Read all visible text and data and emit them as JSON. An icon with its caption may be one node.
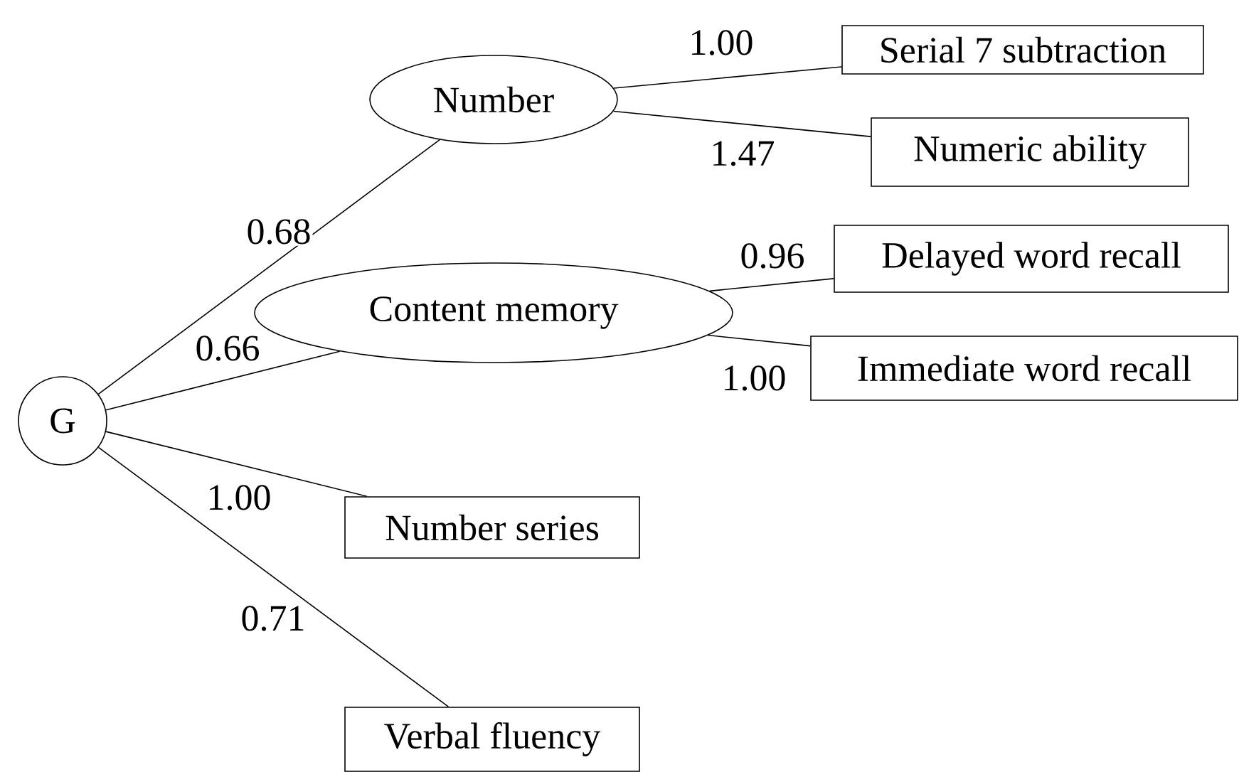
{
  "diagram": {
    "nodes": [
      {
        "text": [
          "G"
        ]
      },
      {
        "text": [
          "Number"
        ]
      },
      {
        "text": [
          "Content memory"
        ]
      },
      {
        "text": [
          "Serial 7 subtraction"
        ]
      },
      {
        "text": [
          "Numeric ability"
        ]
      },
      {
        "text": [
          "Delayed word recall"
        ]
      },
      {
        "text": [
          "Immediate word recall"
        ]
      },
      {
        "text": [
          "Number series"
        ]
      },
      {
        "text": [
          "Verbal fluency"
        ]
      }
    ],
    "edges": [
      {
        "from": 0,
        "to": 1,
        "arrow": "none",
        "label": "0.68"
      },
      {
        "from": 0,
        "to": 2,
        "arrow": "none",
        "label": "0.66"
      },
      {
        "from": 0,
        "to": 7,
        "arrow": "none",
        "label": "1.00"
      },
      {
        "from": 0,
        "to": 8,
        "arrow": "none",
        "label": "0.71"
      },
      {
        "from": 1,
        "to": 3,
        "arrow": "none",
        "label": "1.00"
      },
      {
        "from": 1,
        "to": 4,
        "arrow": "none",
        "label": "1.47"
      },
      {
        "from": 2,
        "to": 5,
        "arrow": "none",
        "label": "0.96"
      },
      {
        "from": 2,
        "to": 6,
        "arrow": "none",
        "label": "1.00"
      }
    ]
  }
}
